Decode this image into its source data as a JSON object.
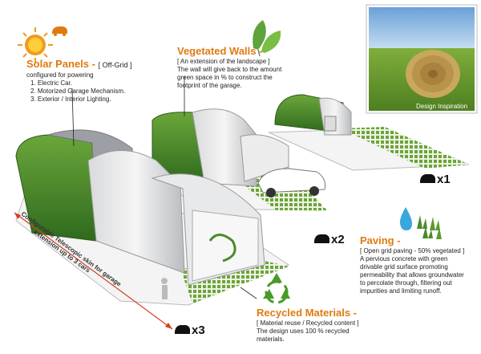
{
  "solar": {
    "title": "Solar Panels",
    "dash": " - ",
    "tag": "[ Off-Grid ]",
    "lines": [
      "configured for powering",
      "1. Electric Car.",
      "2. Motorized Garage Mechanism.",
      "3. Exterior / Interior Lighting."
    ]
  },
  "walls": {
    "title": "Vegetated Walls -",
    "lines": [
      "[ An extension of the landscape ]",
      "The wall will give back to the  amount",
      "green space in % to construct the",
      "footprint of the garage."
    ]
  },
  "paving": {
    "title": "Paving -",
    "lines": [
      "[ Open grid paving - 50% vegetated ]",
      "A pervious concrete with green",
      "drivable grid surface promoting",
      "permeability that allows groundwater",
      "to percolate through, filtering out",
      "impurities and limiting runoff."
    ]
  },
  "recycled": {
    "title": "Recycled Materials -",
    "lines": [
      "[ Material reuse / Recycled content ]",
      "The design uses 100 % recycled",
      "materials."
    ]
  },
  "photo": {
    "caption": "Design Inspiration"
  },
  "side_note": {
    "lines": [
      "Configurable Telescopic skin for garage",
      "extension up to 3 cars"
    ]
  },
  "counts": {
    "x1": "x1",
    "x2": "x2",
    "x3": "x3"
  },
  "colors": {
    "accent": "#e07a10",
    "green": "#4a8a2a",
    "grass": "#5a9a2e"
  }
}
